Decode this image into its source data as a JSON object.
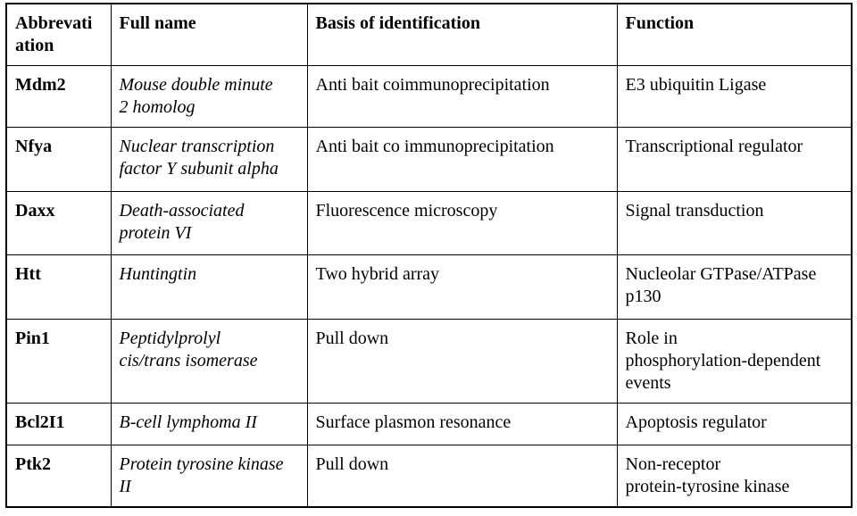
{
  "table": {
    "columns": [
      {
        "label": "Abbrevati\nation"
      },
      {
        "label": "Full name"
      },
      {
        "label": "Basis of identification"
      },
      {
        "label": "Function"
      }
    ],
    "rows": [
      {
        "cells": [
          "Mdm2",
          "Mouse double minute\n2 homolog",
          "Anti bait coimmunoprecipitation",
          "E3 ubiquitin Ligase"
        ]
      },
      {
        "cells": [
          "Nfya",
          "Nuclear transcription\nfactor Y subunit alpha",
          "Anti bait co immunoprecipitation",
          "Transcriptional regulator"
        ]
      },
      {
        "cells": [
          "Daxx",
          "Death-associated\nprotein VI",
          "Fluorescence microscopy",
          "Signal transduction"
        ]
      },
      {
        "cells": [
          "Htt",
          "Huntingtin",
          "Two hybrid array",
          "Nucleolar GTPase/ATPase\np130"
        ]
      },
      {
        "cells": [
          "Pin1",
          "Peptidylprolyl\ncis/trans isomerase",
          "Pull down",
          "Role in\nphosphorylation-dependent\nevents"
        ]
      },
      {
        "cells": [
          "Bcl2I1",
          "B-cell lymphoma II",
          "Surface plasmon resonance",
          "Apoptosis regulator"
        ]
      },
      {
        "cells": [
          "Ptk2",
          "Protein tyrosine kinase\nII",
          "Pull down",
          "Non-receptor\nprotein-tyrosine kinase"
        ]
      }
    ],
    "colors": {
      "text": "#000000",
      "border": "#000000",
      "background": "#ffffff"
    }
  },
  "chart_data": {
    "type": "table",
    "title": "",
    "columns": [
      "Abbrevati\nation",
      "Full name",
      "Basis of identification",
      "Function"
    ],
    "rows": [
      [
        "Mdm2",
        "Mouse double minute 2 homolog",
        "Anti bait coimmunoprecipitation",
        "E3 ubiquitin Ligase"
      ],
      [
        "Nfya",
        "Nuclear transcription factor Y subunit alpha",
        "Anti bait co immunoprecipitation",
        "Transcriptional regulator"
      ],
      [
        "Daxx",
        "Death-associated protein VI",
        "Fluorescence microscopy",
        "Signal transduction"
      ],
      [
        "Htt",
        "Huntingtin",
        "Two hybrid array",
        "Nucleolar GTPase/ATPase p130"
      ],
      [
        "Pin1",
        "Peptidylprolyl cis/trans isomerase",
        "Pull down",
        "Role in phosphorylation-dependent events"
      ],
      [
        "Bcl2I1",
        "B-cell lymphoma II",
        "Surface plasmon resonance",
        "Apoptosis regulator"
      ],
      [
        "Ptk2",
        "Protein tyrosine kinase II",
        "Pull down",
        "Non-receptor protein-tyrosine kinase"
      ]
    ]
  }
}
